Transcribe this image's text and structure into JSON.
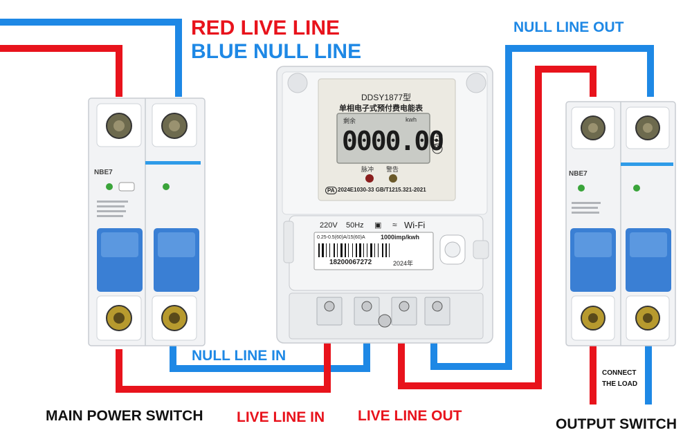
{
  "legend": {
    "red_label": "RED LIVE LINE",
    "blue_label": "BLUE NULL LINE"
  },
  "labels": {
    "null_line_out": "NULL LINE OUT",
    "null_line_in": "NULL LINE IN",
    "main_power_switch": "MAIN POWER SWITCH",
    "live_line_in": "LIVE LINE IN",
    "live_line_out": "LIVE LINE OUT",
    "output_switch": "OUTPUT SWITCH",
    "connect_the_load_1": "CONNECT",
    "connect_the_load_2": "THE LOAD"
  },
  "meter": {
    "model": "DDSY1877型",
    "name": "单相电子式预付费电能表",
    "remaining": "剩余",
    "unit": "kwh",
    "reading": "0000.00",
    "indicator_1": "1",
    "indicator_b": "B",
    "pulse": "脉冲",
    "alarm": "警告",
    "cert_badge": "PA",
    "cert": "2024E1030-33  GB/T1215.321-2021",
    "voltage": "220V",
    "frequency": "50Hz",
    "wifi": "Wi-Fi",
    "current_spec": "0.25-0.5(60)A/15(60)A",
    "imp": "1000imp/kwh",
    "serial": "18200067272",
    "year": "2024年"
  },
  "breakers": {
    "main_brand": "NBE7",
    "output_brand": "NBE7"
  },
  "colors": {
    "live": "#e8131c",
    "null": "#1e88e5"
  }
}
